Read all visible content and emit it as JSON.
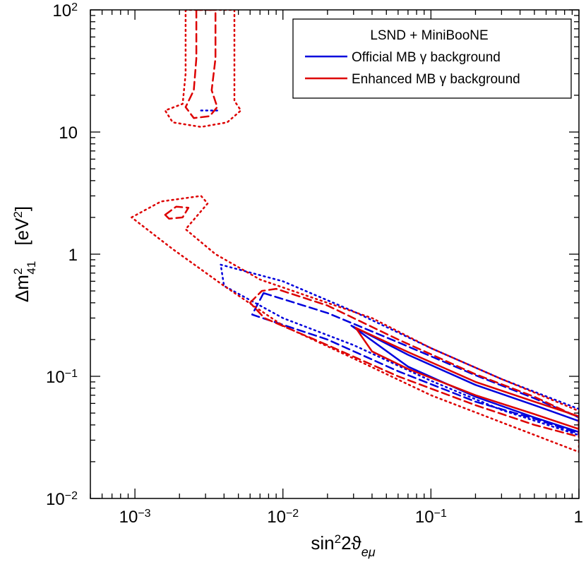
{
  "chart_data": {
    "type": "line",
    "xscale": "log",
    "yscale": "log",
    "xlim": [
      0.0005,
      1
    ],
    "ylim": [
      0.01,
      100
    ],
    "xlabel": {
      "base": "sin",
      "sup": "2",
      "rest": "2ϑ",
      "sub": "eμ"
    },
    "ylabel": {
      "base": "Δm",
      "sup": "2",
      "sub": "41",
      "unit_pre": "[eV",
      "unit_sup": "2",
      "unit_post": "]"
    },
    "x_ticks": [
      {
        "value": 0.001,
        "base": "10",
        "exp": "−3"
      },
      {
        "value": 0.01,
        "base": "10",
        "exp": "−2"
      },
      {
        "value": 0.1,
        "base": "10",
        "exp": "−1"
      },
      {
        "value": 1,
        "base": "1",
        "exp": ""
      }
    ],
    "y_ticks": [
      {
        "value": 0.01,
        "base": "10",
        "exp": "−2"
      },
      {
        "value": 0.1,
        "base": "10",
        "exp": "−1"
      },
      {
        "value": 1,
        "base": "1",
        "exp": ""
      },
      {
        "value": 10,
        "base": "10",
        "exp": ""
      },
      {
        "value": 100,
        "base": "10",
        "exp": "2"
      }
    ],
    "legend": {
      "title": "LSND + MiniBooNE",
      "position": "top-right",
      "entries": [
        {
          "label": "Official MB γ background",
          "color": "#0000dd"
        },
        {
          "label": "Enhanced MB γ background",
          "color": "#dd0000"
        }
      ]
    },
    "series": [
      {
        "color": "#0000dd",
        "style": "solid",
        "closed": true,
        "points": [
          [
            0.029,
            0.26
          ],
          [
            0.07,
            0.15
          ],
          [
            0.2,
            0.085
          ],
          [
            0.5,
            0.058
          ],
          [
            1.0,
            0.043
          ],
          [
            1.0,
            0.035
          ],
          [
            0.5,
            0.046
          ],
          [
            0.2,
            0.068
          ],
          [
            0.07,
            0.12
          ],
          [
            0.029,
            0.26
          ]
        ]
      },
      {
        "color": "#0000dd",
        "style": "dashed",
        "closed": true,
        "points": [
          [
            0.0074,
            0.48
          ],
          [
            0.02,
            0.33
          ],
          [
            0.06,
            0.19
          ],
          [
            0.2,
            0.102
          ],
          [
            0.5,
            0.066
          ],
          [
            1.0,
            0.046
          ],
          [
            1.0,
            0.034
          ],
          [
            0.5,
            0.045
          ],
          [
            0.2,
            0.062
          ],
          [
            0.06,
            0.11
          ],
          [
            0.02,
            0.2
          ],
          [
            0.0062,
            0.32
          ],
          [
            0.0074,
            0.48
          ]
        ]
      },
      {
        "color": "#0000dd",
        "style": "dotted",
        "closed": true,
        "points": [
          [
            0.0038,
            0.82
          ],
          [
            0.01,
            0.6
          ],
          [
            0.03,
            0.34
          ],
          [
            0.1,
            0.17
          ],
          [
            0.3,
            0.095
          ],
          [
            1.0,
            0.054
          ],
          [
            1.0,
            0.033
          ],
          [
            0.3,
            0.053
          ],
          [
            0.1,
            0.092
          ],
          [
            0.03,
            0.18
          ],
          [
            0.01,
            0.3
          ],
          [
            0.004,
            0.55
          ],
          [
            0.0038,
            0.82
          ]
        ]
      },
      {
        "color": "#0000dd",
        "style": "dotted",
        "closed": false,
        "points": [
          [
            0.0028,
            15.0
          ],
          [
            0.0036,
            15.0
          ]
        ]
      },
      {
        "color": "#dd0000",
        "style": "solid",
        "closed": true,
        "points": [
          [
            0.031,
            0.25
          ],
          [
            0.07,
            0.158
          ],
          [
            0.2,
            0.09
          ],
          [
            0.5,
            0.062
          ],
          [
            1.0,
            0.047
          ],
          [
            1.0,
            0.037
          ],
          [
            0.5,
            0.049
          ],
          [
            0.2,
            0.07
          ],
          [
            0.07,
            0.115
          ],
          [
            0.04,
            0.16
          ],
          [
            0.031,
            0.25
          ]
        ]
      },
      {
        "color": "#dd0000",
        "style": "dashed",
        "closed": true,
        "points": [
          [
            0.006,
            0.4
          ],
          [
            0.0072,
            0.5
          ],
          [
            0.009,
            0.52
          ],
          [
            0.02,
            0.38
          ],
          [
            0.06,
            0.2
          ],
          [
            0.2,
            0.104
          ],
          [
            0.5,
            0.068
          ],
          [
            1.0,
            0.046
          ],
          [
            1.0,
            0.032
          ],
          [
            0.5,
            0.04
          ],
          [
            0.2,
            0.058
          ],
          [
            0.06,
            0.1
          ],
          [
            0.02,
            0.18
          ],
          [
            0.0075,
            0.3
          ],
          [
            0.006,
            0.4
          ]
        ]
      },
      {
        "color": "#dd0000",
        "style": "dotted",
        "closed": true,
        "points": [
          [
            0.00095,
            2.0
          ],
          [
            0.0015,
            2.7
          ],
          [
            0.0028,
            3.0
          ],
          [
            0.0031,
            2.6
          ],
          [
            0.0022,
            1.6
          ],
          [
            0.0035,
            1.0
          ],
          [
            0.007,
            0.62
          ],
          [
            0.015,
            0.45
          ],
          [
            0.04,
            0.3
          ],
          [
            0.1,
            0.17
          ],
          [
            0.3,
            0.095
          ],
          [
            1.0,
            0.052
          ],
          [
            1.0,
            0.024
          ],
          [
            0.3,
            0.042
          ],
          [
            0.1,
            0.07
          ],
          [
            0.03,
            0.14
          ],
          [
            0.01,
            0.26
          ],
          [
            0.004,
            0.55
          ],
          [
            0.0018,
            1.1
          ],
          [
            0.00095,
            2.0
          ]
        ]
      },
      {
        "color": "#dd0000",
        "style": "dotted",
        "closed": true,
        "points": [
          [
            0.0022,
            100
          ],
          [
            0.0022,
            30
          ],
          [
            0.0021,
            17
          ],
          [
            0.0016,
            15
          ],
          [
            0.0018,
            12
          ],
          [
            0.0028,
            11
          ],
          [
            0.0042,
            12
          ],
          [
            0.0052,
            15
          ],
          [
            0.0047,
            18
          ],
          [
            0.0047,
            30
          ],
          [
            0.0047,
            100
          ]
        ]
      },
      {
        "color": "#dd0000",
        "style": "dashed",
        "closed": true,
        "points": [
          [
            0.0026,
            100
          ],
          [
            0.0026,
            40
          ],
          [
            0.0025,
            22
          ],
          [
            0.0022,
            16
          ],
          [
            0.0025,
            13
          ],
          [
            0.0032,
            13.5
          ],
          [
            0.0036,
            16
          ],
          [
            0.0033,
            22
          ],
          [
            0.0035,
            40
          ],
          [
            0.0035,
            100
          ]
        ]
      },
      {
        "color": "#dd0000",
        "style": "dashed",
        "closed": true,
        "points": [
          [
            0.0016,
            2.1
          ],
          [
            0.0019,
            2.45
          ],
          [
            0.0023,
            2.4
          ],
          [
            0.0021,
            2.0
          ],
          [
            0.0017,
            1.95
          ],
          [
            0.0016,
            2.1
          ]
        ]
      }
    ]
  }
}
